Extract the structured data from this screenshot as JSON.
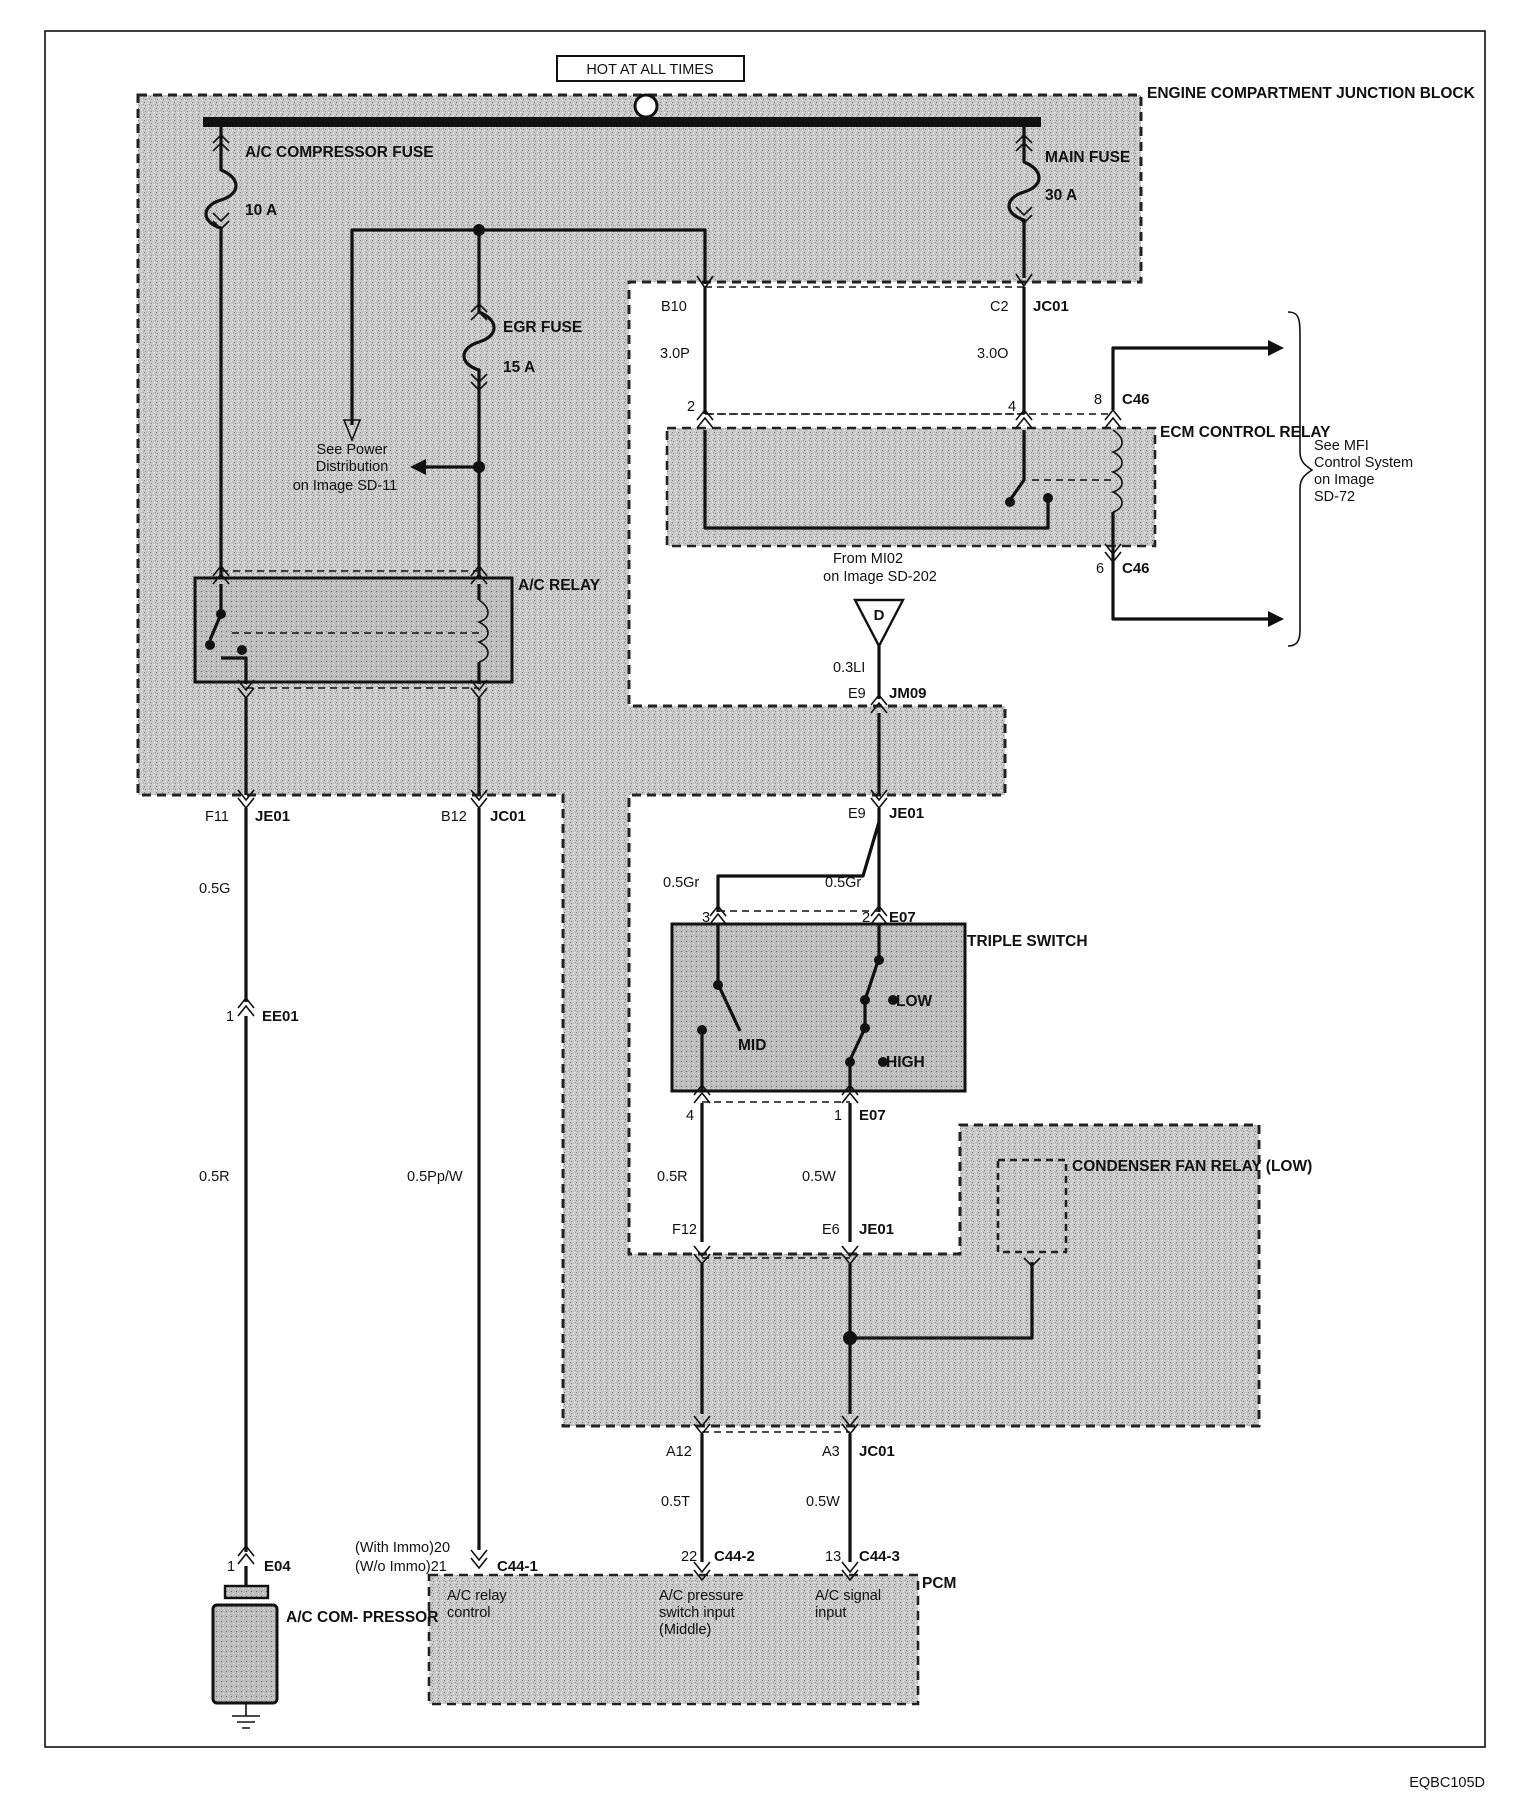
{
  "title": "HOT AT ALL TIMES",
  "figure_id": "EQBC105D",
  "components": {
    "junction_block": "ENGINE COMPARTMENT JUNCTION BLOCK",
    "ecm_relay": "ECM CONTROL RELAY",
    "ac_relay": "A/C RELAY",
    "triple_switch": "TRIPLE SWITCH",
    "condenser_relay": "CONDENSER FAN RELAY (LOW)",
    "compressor": "A/C COM- PRESSOR",
    "pcm": "PCM"
  },
  "fuses": [
    {
      "name": "A/C COMPRESSOR FUSE",
      "rating": "10 A"
    },
    {
      "name": "MAIN FUSE",
      "rating": "30 A"
    },
    {
      "name": "EGR FUSE",
      "rating": "15 A"
    }
  ],
  "notes": {
    "power_dist": [
      "See Power",
      "Distribution",
      "on Image SD-11"
    ],
    "mfi": [
      "See MFI",
      "Control System",
      "on Image",
      "SD-72"
    ],
    "from_mi02": [
      "From MI02",
      "on Image SD-202"
    ],
    "offpage_ref": "D"
  },
  "switch_positions": {
    "low": "LOW",
    "mid": "MID",
    "high": "HIGH"
  },
  "connectors": {
    "b10": "B10",
    "c2_jc01": "JC01",
    "c2": "C2",
    "pin2": "2",
    "pin4": "4",
    "pin8": "8",
    "c46_top": "C46",
    "pin6": "6",
    "c46_bot": "C46",
    "e9_jm09": "E9",
    "jm09": "JM09",
    "e9_je01": "E9",
    "je01_e9": "JE01",
    "f11": "F11",
    "je01_f11": "JE01",
    "b12": "B12",
    "jc01_b12": "JC01",
    "pin3": "3",
    "pin2b": "2",
    "e07_top": "E07",
    "pin4b": "4",
    "pin1": "1",
    "e07_bot": "E07",
    "ee01_pin": "1",
    "ee01": "EE01",
    "f12": "F12",
    "e6": "E6",
    "je01_e6": "JE01",
    "a12": "A12",
    "a3": "A3",
    "jc01_a": "JC01",
    "e04_pin": "1",
    "e04": "E04",
    "with_immo": "(With Immo)20",
    "wo_immo": "(W/o Immo)21",
    "c44_1": "C44-1",
    "pin22": "22",
    "c44_2": "C44-2",
    "pin13": "13",
    "c44_3": "C44-3"
  },
  "wires": {
    "b10": "3.0P",
    "c2": "3.0O",
    "d": "0.3LI",
    "f11_top": "0.5G",
    "ee01_bot": "0.5R",
    "b12": "0.5Pp/W",
    "tri_left": "0.5Gr",
    "tri_right": "0.5Gr",
    "pin4": "0.5R",
    "pin1": "0.5W",
    "a12": "0.5T",
    "a3": "0.5W"
  },
  "pcm_inputs": [
    [
      "A/C relay",
      "control"
    ],
    [
      "A/C pressure",
      "switch input",
      "(Middle)"
    ],
    [
      "A/C signal",
      "input"
    ]
  ]
}
